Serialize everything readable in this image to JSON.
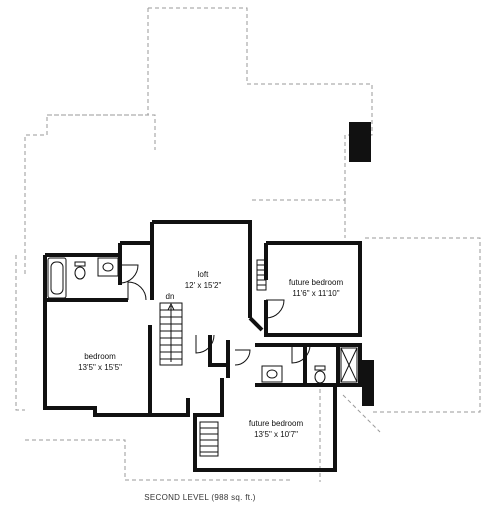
{
  "rooms": {
    "loft": {
      "name": "loft",
      "dims": "12' x 15'2\""
    },
    "fbr1": {
      "name": "future bedroom",
      "dims": "11'6\" x 11'10\""
    },
    "bedroom": {
      "name": "bedroom",
      "dims": "13'5\" x 15'5\""
    },
    "fbr2": {
      "name": "future bedroom",
      "dims": "13'5\" x 10'7\""
    }
  },
  "stair_label": "dn",
  "caption": "SECOND LEVEL (988 sq. ft.)",
  "colors": {
    "wall": "#111111",
    "dash": "#9a9a9a",
    "background": "#ffffff"
  }
}
